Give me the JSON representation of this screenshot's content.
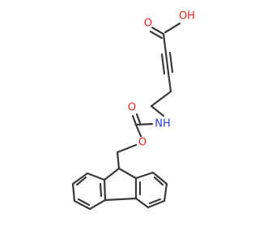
{
  "atoms": {
    "o_carbonyl_acid": {
      "text": "O",
      "color": "#e8261e"
    },
    "o_hydroxyl": {
      "text": "OH",
      "color": "#e8261e"
    },
    "n_amide": {
      "text": "NH",
      "color": "#2b3de0"
    },
    "o_carbonyl_carbamate": {
      "text": "O",
      "color": "#e8261e"
    },
    "o_ester": {
      "text": "O",
      "color": "#e8261e"
    }
  },
  "colors": {
    "bond": "#3a3a3a",
    "background": "#ffffff"
  }
}
